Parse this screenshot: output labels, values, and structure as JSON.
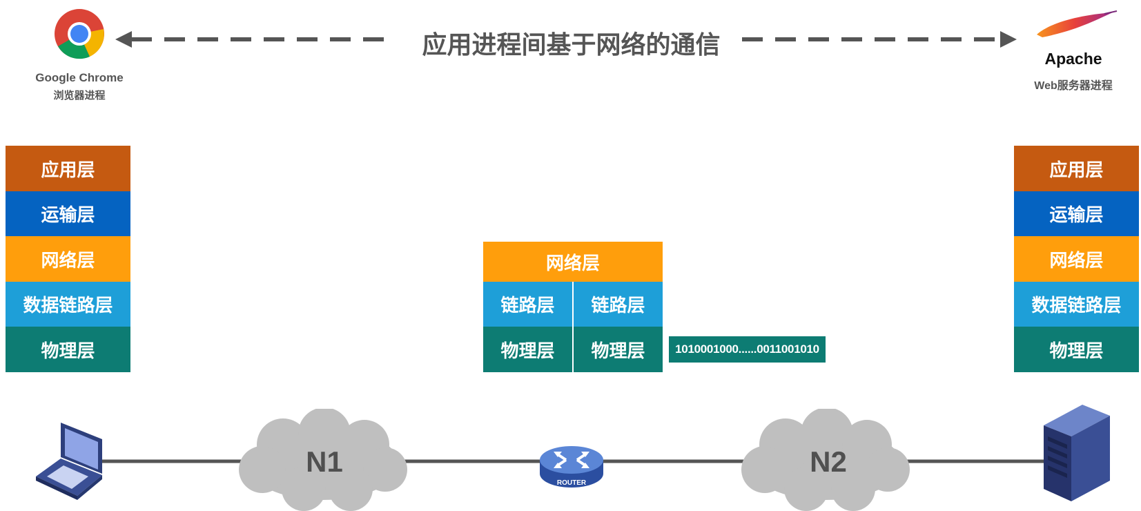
{
  "header": {
    "title": "应用进程间基于网络的通信",
    "left_app": {
      "name": "Google Chrome",
      "desc": "浏览器进程",
      "icon": "chrome-logo"
    },
    "right_app": {
      "name": "Apache",
      "desc": "Web服务器进程",
      "icon": "apache-feather-logo"
    }
  },
  "left_stack": [
    "应用层",
    "运输层",
    "网络层",
    "数据链路层",
    "物理层"
  ],
  "right_stack": [
    "应用层",
    "运输层",
    "网络层",
    "数据链路层",
    "物理层"
  ],
  "router_stack": {
    "network": "网络层",
    "link_left": "链路层",
    "link_right": "链路层",
    "phy_left": "物理层",
    "phy_right": "物理层"
  },
  "bitstream": "1010001000......0011001010",
  "network": {
    "cloud_left": "N1",
    "cloud_right": "N2",
    "router_label": "ROUTER",
    "left_device_icon": "laptop-icon",
    "right_device_icon": "server-icon"
  },
  "colors": {
    "application": "#c55a11",
    "transport": "#0563c1",
    "network": "#ff9e0c",
    "link": "#1e9fd8",
    "physical": "#0d7c73"
  }
}
